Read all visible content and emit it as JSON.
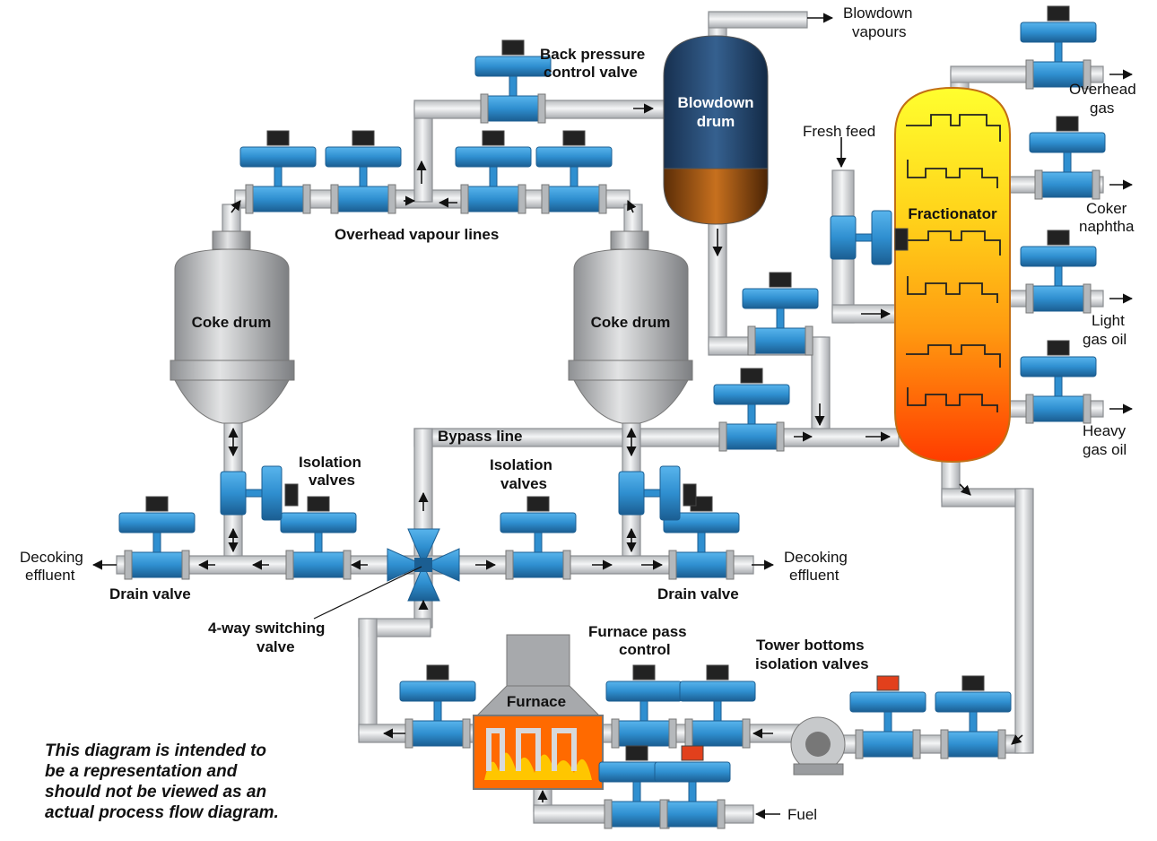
{
  "labels": {
    "blowdown_vapours_1": "Blowdown",
    "blowdown_vapours_2": "vapours",
    "back_pressure_1": "Back pressure",
    "back_pressure_2": "control valve",
    "blowdown_drum_1": "Blowdown",
    "blowdown_drum_2": "drum",
    "overhead_gas_1": "Overhead",
    "overhead_gas_2": "gas",
    "fresh_feed": "Fresh feed",
    "coker_naphtha_1": "Coker",
    "coker_naphtha_2": "naphtha",
    "fractionator": "Fractionator",
    "overhead_vapour_lines": "Overhead vapour lines",
    "coke_drum_left": "Coke drum",
    "coke_drum_right": "Coke drum",
    "light_gas_oil_1": "Light",
    "light_gas_oil_2": "gas oil",
    "heavy_gas_oil_1": "Heavy",
    "heavy_gas_oil_2": "gas oil",
    "bypass_line": "Bypass line",
    "isolation_valves_left_1": "Isolation",
    "isolation_valves_left_2": "valves",
    "isolation_valves_right_1": "Isolation",
    "isolation_valves_right_2": "valves",
    "decoking_effluent_left_1": "Decoking",
    "decoking_effluent_left_2": "effluent",
    "decoking_effluent_right_1": "Decoking",
    "decoking_effluent_right_2": "effluent",
    "drain_valve_left": "Drain valve",
    "drain_valve_right": "Drain valve",
    "switching_valve_1": "4-way switching",
    "switching_valve_2": "valve",
    "furnace_pass_1": "Furnace pass",
    "furnace_pass_2": "control",
    "tower_bottoms_1": "Tower bottoms",
    "tower_bottoms_2": "isolation valves",
    "furnace": "Furnace",
    "fuel": "Fuel"
  },
  "disclaimer": [
    "This diagram is intended to",
    "be a representation and",
    "should not be viewed as an",
    "actual process flow diagram."
  ],
  "colors": {
    "pipe_fill": "#d9dadc",
    "pipe_edge": "#8c8f93",
    "valve_blue": "#2f8fd0",
    "valve_dark": "#1b5e92",
    "actuator_top": "#222222",
    "actuator_top_red": "#e2401c",
    "blowdown_top": "#1f3c63",
    "blowdown_bottom": "#7a3e0f",
    "fractionator_top": "#ffff33",
    "fractionator_bottom": "#ff4000",
    "furnace_fire": "#ff6a00",
    "coke_drum": "#a9abad"
  }
}
